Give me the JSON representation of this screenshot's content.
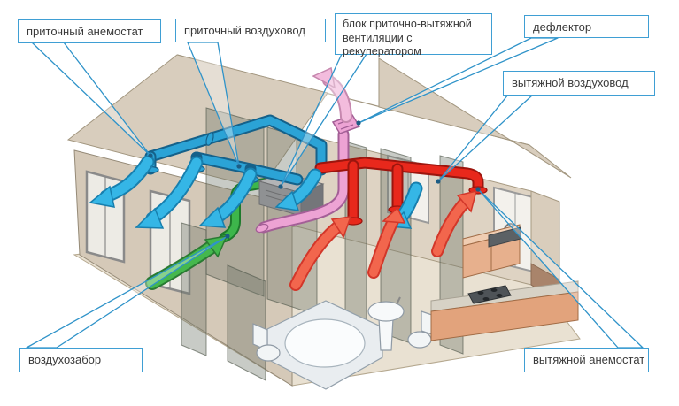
{
  "diagram": {
    "type": "ventilation-system-cutaway-house",
    "labels": [
      {
        "id": "supply-anemostat",
        "text": "приточный анемостат"
      },
      {
        "id": "supply-duct",
        "text": "приточный воздуховод"
      },
      {
        "id": "ahu-recuperator",
        "text": "блок приточно-вытяжной вентиляции с рекуператором"
      },
      {
        "id": "deflector",
        "text": "дефлектор"
      },
      {
        "id": "exhaust-duct",
        "text": "вытяжной воздуховод"
      },
      {
        "id": "air-intake",
        "text": "воздухозабор"
      },
      {
        "id": "exhaust-anemostat",
        "text": "вытяжной анемостат"
      }
    ],
    "colors": {
      "supply_air": "#2ba3d6",
      "supply_air_outline": "#15618a",
      "exhaust_air": "#e8281c",
      "exhaust_air_outline": "#9c150e",
      "intake_air": "#3db64b",
      "intake_air_outline": "#1e7a2c",
      "recuperator_exhaust_duct": "#eda3d4",
      "recuperator_exhaust_outline": "#a35f96",
      "house_beige": "#d8cdbd",
      "base_brown": "#a9846b",
      "recuperator_unit": "#8f9193",
      "callout_border": "#3f9fd4",
      "callout_text": "#3a3a3a",
      "leader_line": "#2f93c9"
    }
  }
}
